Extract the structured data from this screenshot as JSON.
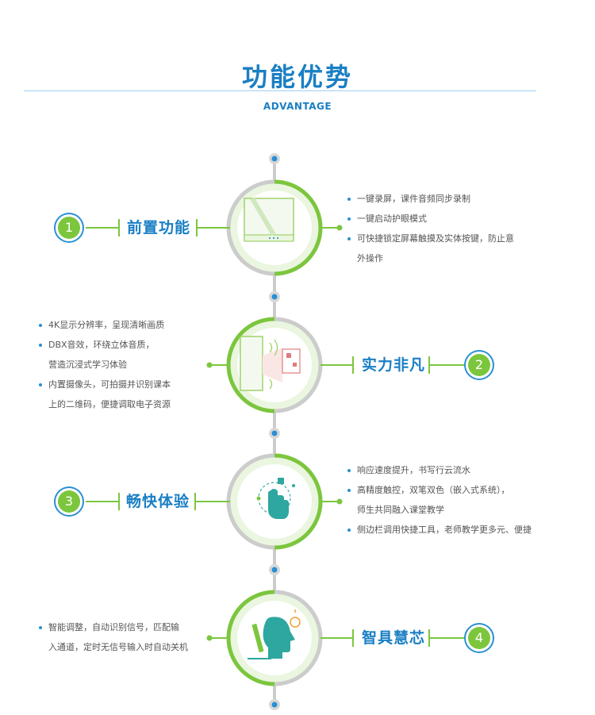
{
  "header": {
    "title": "功能优势",
    "subtitle": "ADVANTAGE"
  },
  "colors": {
    "blue": "#1a7fc4",
    "green": "#7cc63e",
    "gray": "#cccccc"
  },
  "sections": [
    {
      "number": "1",
      "label": "前置功能",
      "icon": "monitor-front-icon",
      "features": [
        [
          "一键录屏，课件音频同步录制"
        ],
        [
          "一键启动护眼模式"
        ],
        [
          "可快捷锁定屏幕触摸及实体按键，防止意",
          "外操作"
        ]
      ]
    },
    {
      "number": "2",
      "label": "实力非凡",
      "icon": "qr-scan-icon",
      "features": [
        [
          "4K显示分辨率，呈现清晰画质"
        ],
        [
          "DBX音效，环绕立体音质，",
          "营造沉浸式学习体验"
        ],
        [
          "内置摄像头，可拍摄并识别课本",
          "上的二维码，便捷调取电子资源"
        ]
      ]
    },
    {
      "number": "3",
      "label": "畅快体验",
      "icon": "touch-hand-icon",
      "features": [
        [
          "响应速度提升，书写行云流水"
        ],
        [
          "高精度触控，双笔双色（嵌入式系统），",
          "师生共同融入课堂教学"
        ],
        [
          "侧边栏调用快捷工具，老师教学更多元、便捷"
        ]
      ]
    },
    {
      "number": "4",
      "label": "智具慧芯",
      "icon": "smart-head-icon",
      "features": [
        [
          "智能调整，自动识别信号，匹配输",
          "入通道，定时无信号输入时自动关机"
        ]
      ]
    }
  ]
}
